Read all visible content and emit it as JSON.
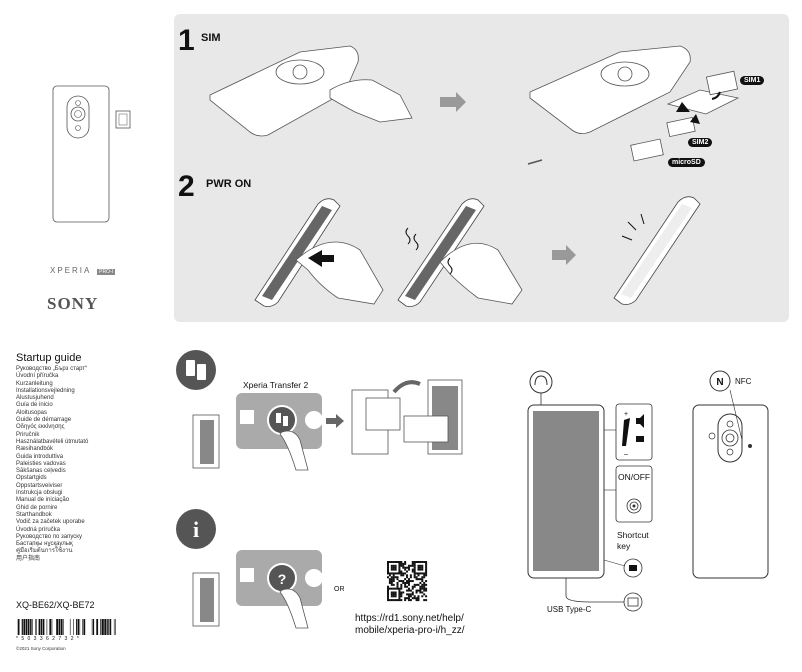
{
  "step1": {
    "number": "1",
    "label": "SIM"
  },
  "step2": {
    "number": "2",
    "label": "PWR ON"
  },
  "sim_tray_labels": {
    "sim1": "SIM1",
    "sim2": "SIM2",
    "microsd": "microSD"
  },
  "brand": {
    "product": "XPERIA",
    "product_badge": "PRO-I",
    "maker": "SONY"
  },
  "startup_guide": {
    "title": "Startup guide",
    "languages": [
      "Руководство „Бърз старт“",
      "Úvodní příručka",
      "Kurzanleitung",
      "Installationsvejledning",
      "Alustusjuhend",
      "Guía de inicio",
      "Aloitusopas",
      "Guide de démarrage",
      "Οδηγός εκκίνησης",
      "Priručnik",
      "Használatbavételi útmutató",
      "Ræsihandbók",
      "Guida introduttiva",
      "Paleisties vadovas",
      "Sākšanas ceļvedis",
      "Opstartgids",
      "Oppstartsveiviser",
      "Instrukcja obsługi",
      "Manual de iniciação",
      "Ghid de pornire",
      "Starthandbok",
      "Vodič za začetek uporabe",
      "Úvodná príručka",
      "Руководство по запуску",
      "Бастапқы нұсқаулық",
      "คู่มือเริ่มต้นการใช้งาน",
      "用户指南"
    ]
  },
  "model": "XQ-BE62/XQ-BE72",
  "barcode_digits": "* 5 0 3 3 6 2 7 3 2 *",
  "copyright": "©2021 Sony Corporation",
  "transfer": {
    "title": "Xperia Transfer 2"
  },
  "help": {
    "or_text": "OR",
    "url_line1": "https://rd1.sony.net/help/",
    "url_line2": "mobile/xperia-pro-i/h_zz/"
  },
  "phone_labels": {
    "nfc": "NFC",
    "on_off": "ON/OFF",
    "shortcut_line1": "Shortcut",
    "shortcut_line2": "key",
    "usb": "USB Type-C"
  }
}
